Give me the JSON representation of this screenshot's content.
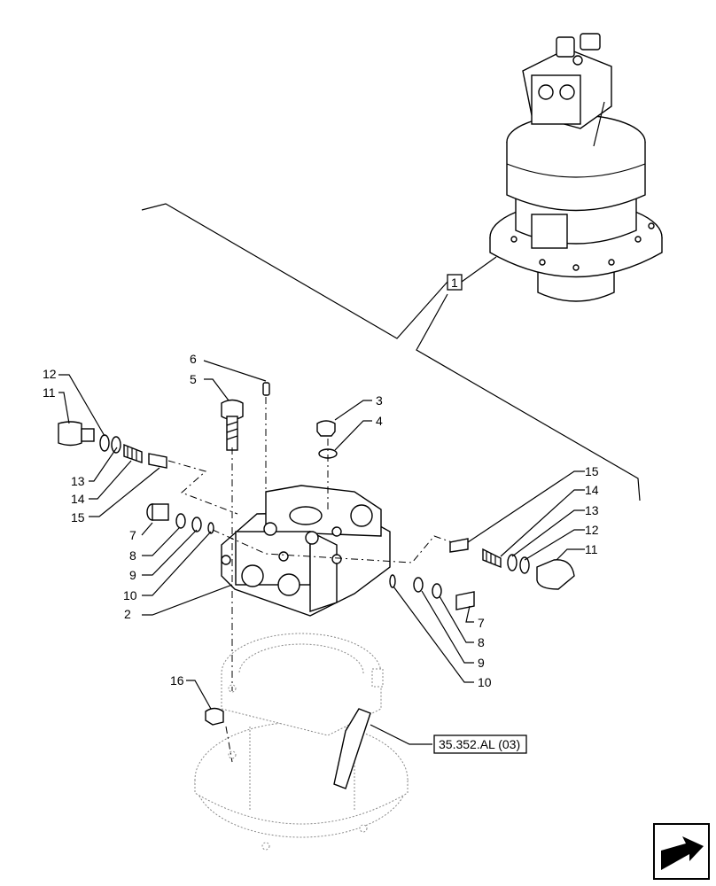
{
  "callouts": {
    "c1": "1",
    "c2": "2",
    "c3": "3",
    "c4": "4",
    "c5": "5",
    "c6": "6",
    "c7a": "7",
    "c7b": "7",
    "c8a": "8",
    "c8b": "8",
    "c9a": "9",
    "c9b": "9",
    "c10a": "10",
    "c10b": "10",
    "c11a": "11",
    "c11b": "11",
    "c12a": "12",
    "c12b": "12",
    "c13a": "13",
    "c13b": "13",
    "c14a": "14",
    "c14b": "14",
    "c15a": "15",
    "c15b": "15",
    "c16": "16"
  },
  "reference_box": "35.352.AL (03)",
  "nav_icon": "arrow-navigation-icon"
}
